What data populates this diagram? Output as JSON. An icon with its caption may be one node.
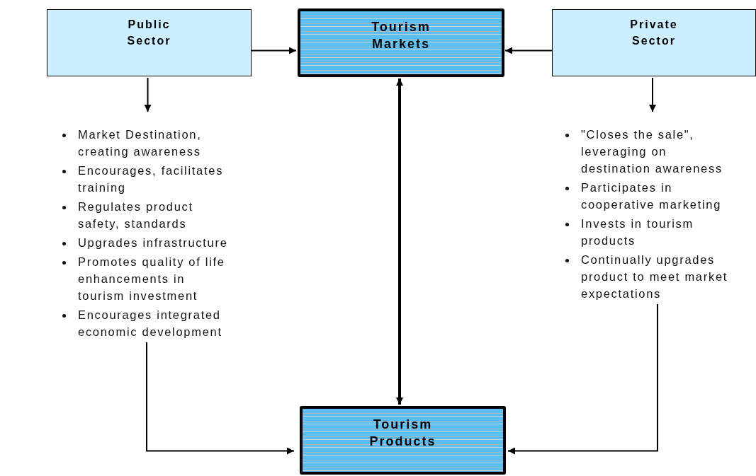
{
  "diagram": {
    "nodes": [
      {
        "text": [
          "Public Sector"
        ]
      },
      {
        "text": [
          "Tourism Markets"
        ]
      },
      {
        "text": [
          "Private Sector"
        ]
      },
      {
        "text": [
          "Market Destination, creating awareness",
          "Encourages, facilitates training",
          "Regulates product safety, standards",
          "Upgrades infrastructure",
          "Promotes quality of life enhancements in tourism investment",
          "Encourages integrated economic development"
        ]
      },
      {
        "text": [
          "\"Closes the sale\", leveraging on destination awareness",
          "Participates in cooperative marketing",
          "Invests in tourism products",
          "Continually upgrades product to meet market expectations"
        ]
      },
      {
        "text": [
          "Tourism Products"
        ]
      }
    ],
    "edges": [
      {
        "from": 0,
        "to": 1,
        "arrow": "to"
      },
      {
        "from": 2,
        "to": 1,
        "arrow": "to"
      },
      {
        "from": 0,
        "to": 3,
        "arrow": "to"
      },
      {
        "from": 2,
        "to": 4,
        "arrow": "to"
      },
      {
        "from": 1,
        "to": 5,
        "arrow": "both",
        "style": "thick"
      },
      {
        "from": 3,
        "to": 5,
        "arrow": "to"
      },
      {
        "from": 4,
        "to": 5,
        "arrow": "to"
      }
    ]
  }
}
